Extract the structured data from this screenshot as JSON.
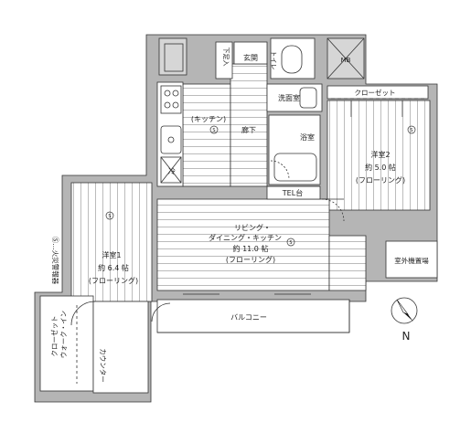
{
  "rooms": {
    "genkan": "玄関",
    "getabako": "下足入",
    "toilet": "トイレ",
    "mb": "MB",
    "closet_top": "クローゼット",
    "senmen": "洗面室",
    "kitchen": "(キッチン)",
    "rouka": "廊下",
    "yokushitsu": "浴室",
    "rei": "冷",
    "tel": "TEL台",
    "yoshitsu2_name": "洋室2",
    "yoshitsu2_size": "約 5.0 帖",
    "yoshitsu2_floor": "(フローリング)",
    "ldk_name": "リビング・",
    "ldk_name2": "ダイニング・キッチン",
    "ldk_size": "約 11.0 帖",
    "ldk_floor": "(フローリング)",
    "yoshitsu1_name": "洋室1",
    "yoshitsu1_size": "約 6.4 帖",
    "yoshitsu1_floor": "(フローリング)",
    "fire_alarm": "Ⓢ…火災警報器",
    "shitsugaiki": "室外機置場",
    "balcony": "バルコニー",
    "walkin_1": "ウォーク・イン",
    "walkin_2": "クローゼット",
    "counter": "カウンター",
    "north": "N",
    "sensor": "S"
  }
}
